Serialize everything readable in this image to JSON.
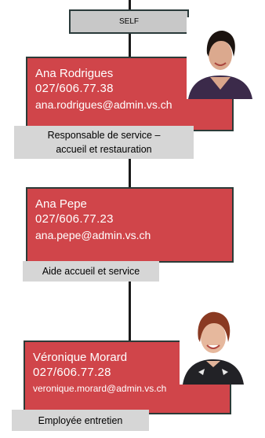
{
  "self": {
    "label": "SELF"
  },
  "people": [
    {
      "name": "Ana Rodrigues",
      "phone": "027/606.77.38",
      "email": "ana.rodrigues@admin.vs.ch",
      "role_line1": "Responsable de service –",
      "role_line2": "accueil et restauration"
    },
    {
      "name": "Ana Pepe",
      "phone": "027/606.77.23",
      "email": "ana.pepe@admin.vs.ch",
      "role": "Aide accueil et service"
    },
    {
      "name": "Véronique Morard",
      "phone": "027/606.77.28",
      "email": "veronique.morard@admin.vs.ch",
      "role": "Employée entretien"
    }
  ],
  "colors": {
    "card": "#d0454a",
    "card_border": "#2c3b38",
    "role_bg": "#d6d6d6",
    "self_bg": "#c8c8c8"
  }
}
